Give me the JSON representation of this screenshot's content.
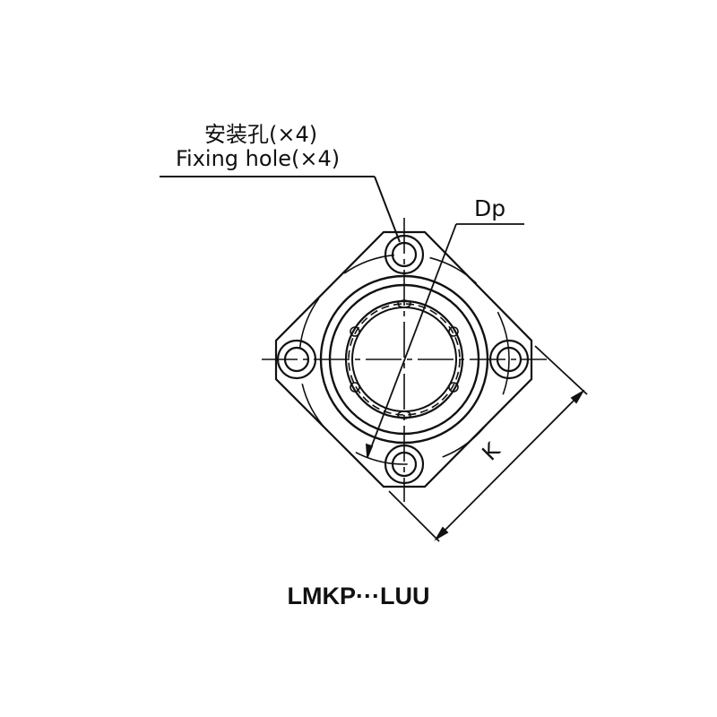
{
  "labels": {
    "fixing_hole_cn": "安装孔(×4)",
    "fixing_hole_en": "Fixing hole(×4)",
    "dp": "Dp",
    "k": "K"
  },
  "title": "LMKP···LUU",
  "colors": {
    "line": "#111111",
    "background": "#ffffff"
  }
}
